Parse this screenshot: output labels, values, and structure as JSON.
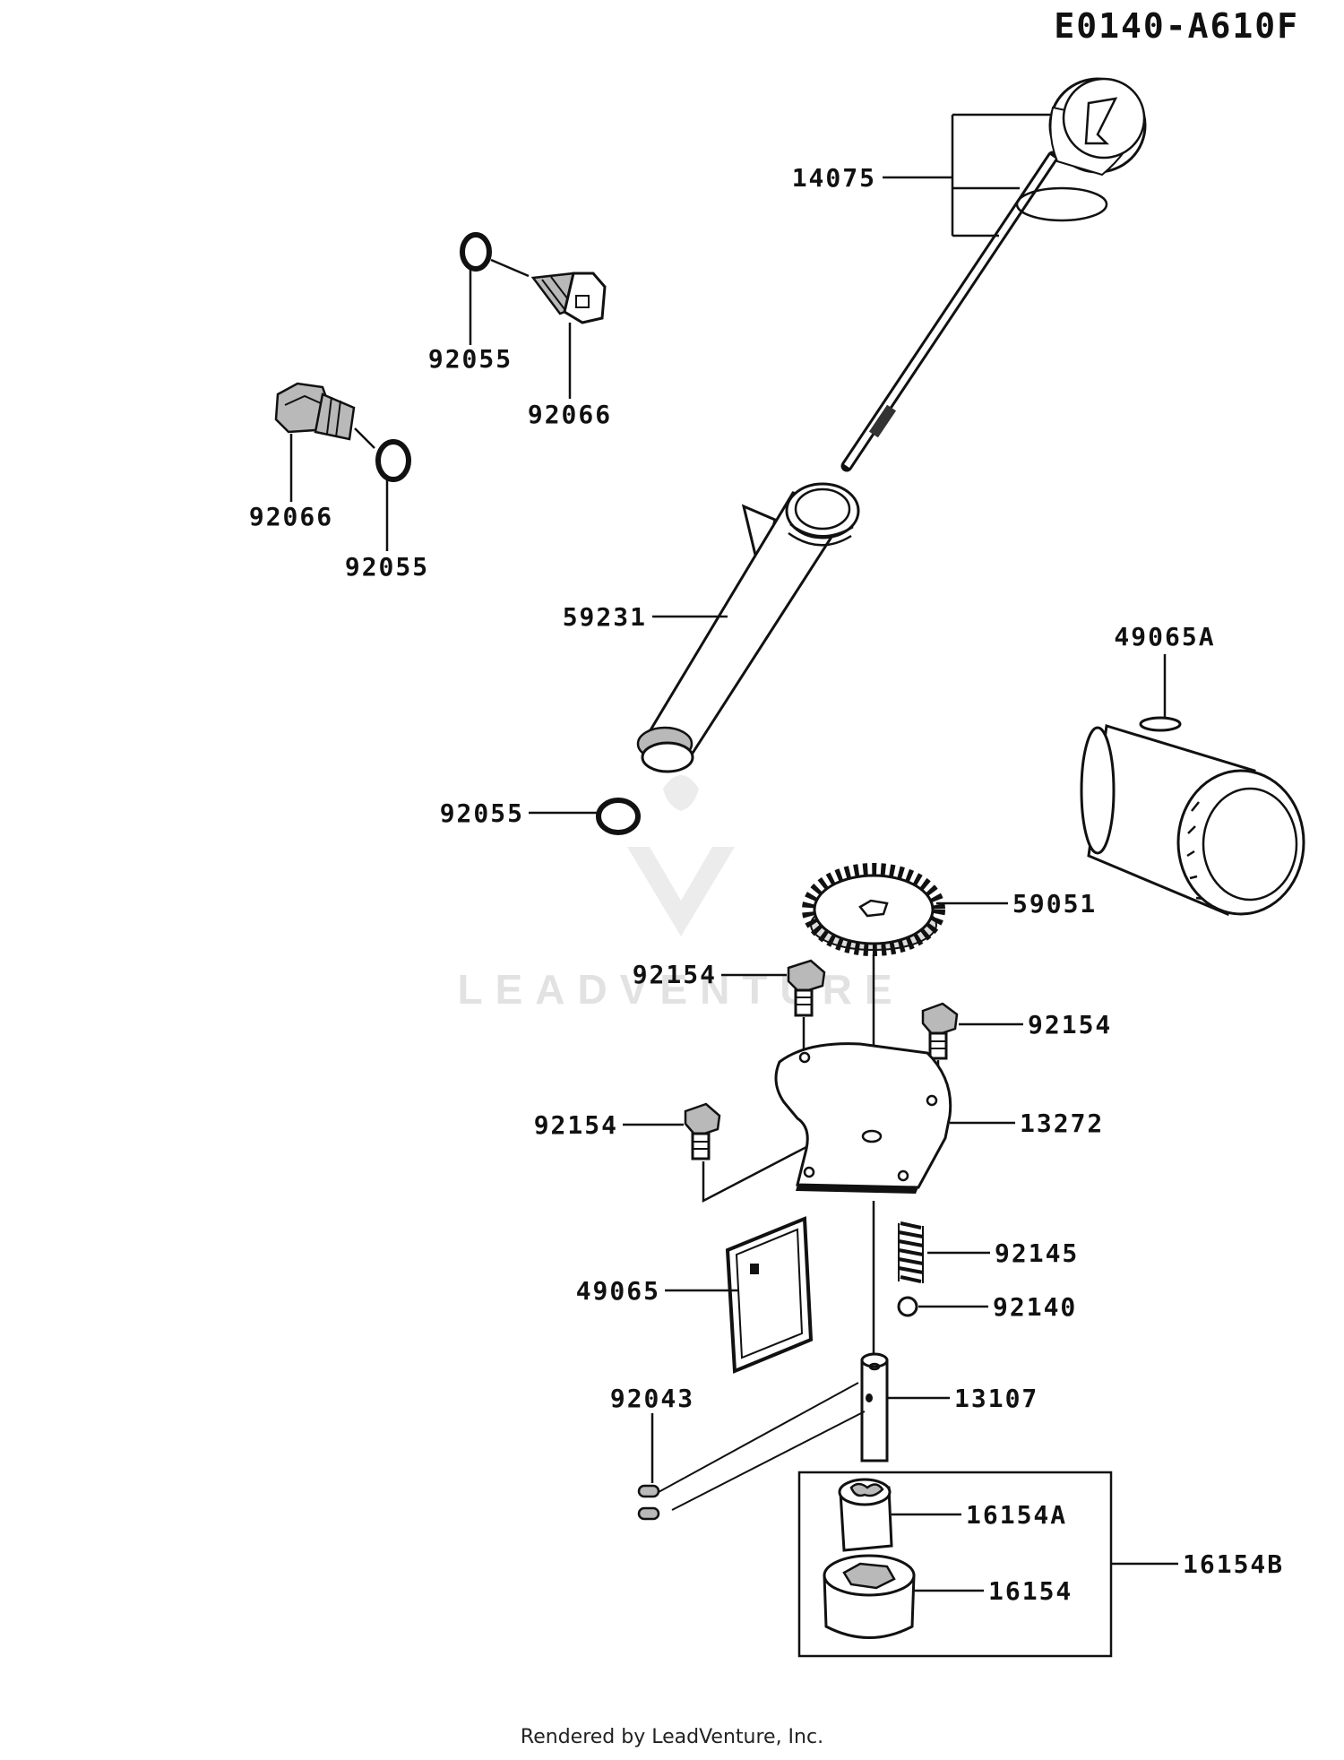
{
  "diagram_code": "E0140-A610F",
  "watermark": "LEADVENTURE",
  "footer": "Rendered by LeadVenture, Inc.",
  "part_labels": {
    "dipstick": "14075",
    "oring_upper": "92055",
    "plug_upper": "92066",
    "plug_left": "92066",
    "oring_left": "92055",
    "filler_tube": "59231",
    "oring_tube": "92055",
    "oil_filter": "49065A",
    "gear": "59051",
    "bolt_top": "92154",
    "bolt_right": "92154",
    "bolt_left": "92154",
    "pump_cover": "13272",
    "spring": "92145",
    "ball": "92140",
    "screen": "49065",
    "pin": "92043",
    "shaft": "13107",
    "rotor_inner": "16154A",
    "rotor_outer": "16154",
    "rotor_set": "16154B"
  }
}
